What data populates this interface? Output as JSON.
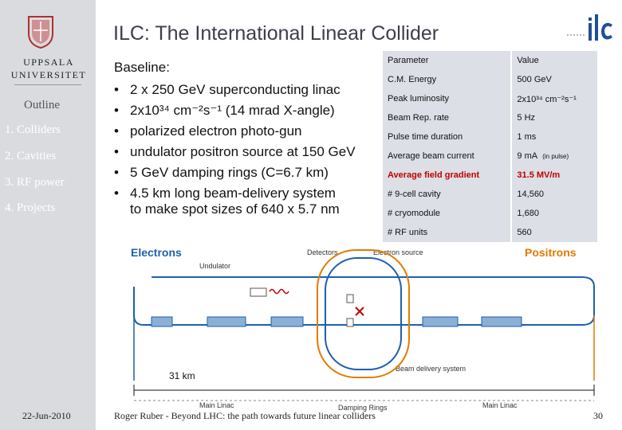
{
  "sidebar": {
    "university_line1": "UPPSALA",
    "university_line2": "UNIVERSITET",
    "outline_label": "Outline",
    "items": [
      "1. Colliders",
      "2. Cavities",
      "3. RF power",
      "4. Projects"
    ],
    "date": "22-Jun-2010"
  },
  "slide": {
    "title": "ILC: The International Linear Collider",
    "baseline_heading": "Baseline:",
    "bullets": [
      "2 x 250 GeV superconducting linac",
      "2x10³⁴ cm⁻²s⁻¹ (14 mrad X-angle)",
      "polarized electron photo-gun",
      "undulator positron source at 150 GeV",
      "5 GeV damping rings (C=6.7 km)",
      "4.5 km long beam-delivery system"
    ],
    "bullet_continuation": "to make spot sizes of 640 x 5.7 nm",
    "bullet_symbol": "•"
  },
  "table": {
    "header": [
      "Parameter",
      "Value"
    ],
    "rows": [
      {
        "param": "C.M. Energy",
        "value": "500 GeV",
        "note": ""
      },
      {
        "param": "Peak luminosity",
        "value": "2x10³⁴ cm⁻²s⁻¹",
        "note": ""
      },
      {
        "param": "Beam Rep. rate",
        "value": "5 Hz",
        "note": ""
      },
      {
        "param": "Pulse time duration",
        "value": "1 ms",
        "note": ""
      },
      {
        "param": "Average beam current",
        "value": "9 mA",
        "note": "(in pulse)"
      },
      {
        "param": "Average field gradient",
        "value": "31.5 MV/m",
        "note": ""
      },
      {
        "param": "# 9-cell cavity",
        "value": "14,560",
        "note": ""
      },
      {
        "param": "# cryomodule",
        "value": "1,680",
        "note": ""
      },
      {
        "param": "# RF units",
        "value": "560",
        "note": ""
      }
    ]
  },
  "diagram": {
    "electrons": "Electrons",
    "positrons": "Positrons",
    "detectors": "Detectors",
    "electron_source": "Electron source",
    "undulator": "Undulator",
    "beam_delivery": "Beam delivery system",
    "length": "31 km",
    "main_linac_left": "Main Linac",
    "damping_rings": "Damping Rings",
    "main_linac_right": "Main Linac"
  },
  "footer": {
    "text": "Roger Ruber - Beyond LHC: the path towards future linear colliders",
    "page": "30"
  },
  "colors": {
    "sidebar_bg": "#d9dbdf",
    "electrons": "#1f5fae",
    "positrons": "#e07b00",
    "highlight": "#c00000"
  }
}
